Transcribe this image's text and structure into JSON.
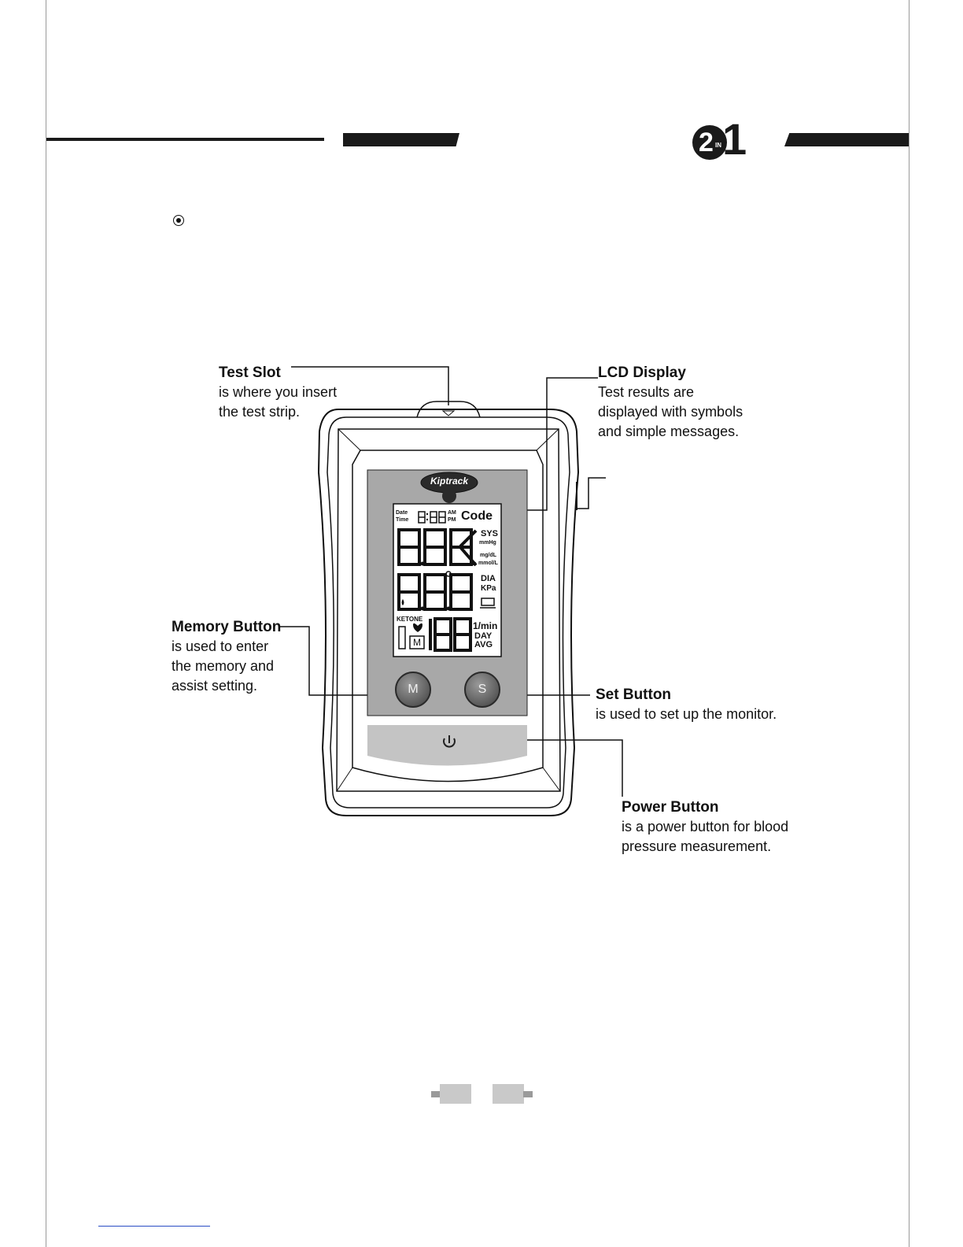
{
  "header": {
    "badge_main": "2",
    "badge_small": "IN",
    "badge_one": "1"
  },
  "device": {
    "logo_text": "Kiptrack",
    "lcd": {
      "date_label": "Date",
      "time_label": "Time",
      "am_label": "AM",
      "pm_label": "PM",
      "code_label": "Code",
      "sys_label": "SYS",
      "mmhg_label": "mmHg",
      "mgdl_label": "mg/dL",
      "mmoll_label": "mmol/L",
      "dia_label": "DIA",
      "kpa_label": "KPa",
      "ketone_label": "KETONE",
      "memory_icon": "M",
      "pulse_unit": "1/min",
      "day_label": "DAY",
      "avg_label": "AVG"
    },
    "memory_button_label": "M",
    "set_button_label": "S"
  },
  "callouts": {
    "test_slot": {
      "title": "Test Slot",
      "text": "is where you insert\nthe test strip."
    },
    "lcd_display": {
      "title": "LCD Display",
      "text": "Test results are\ndisplayed with symbols\nand simple messages."
    },
    "memory_button": {
      "title": "Memory Button",
      "text": "is used to enter\nthe memory and\nassist     setting."
    },
    "set_button": {
      "title": "Set Button",
      "text": "is used to set up the monitor."
    },
    "power_button": {
      "title": "Power Button",
      "text": "is a power button for blood\npressure measurement."
    }
  }
}
